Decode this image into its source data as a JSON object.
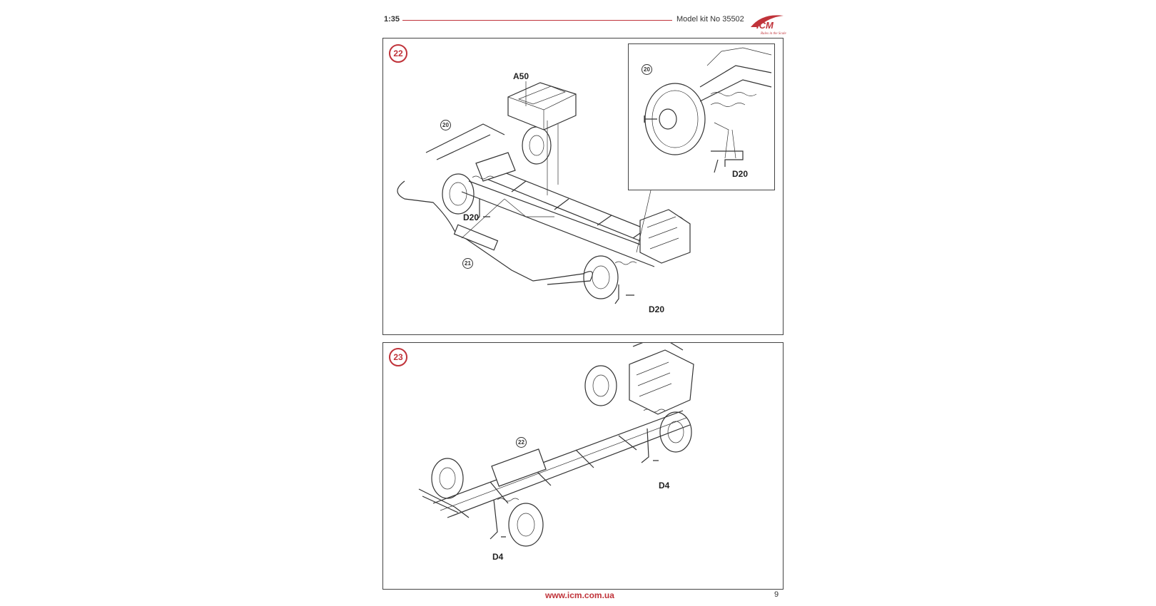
{
  "header": {
    "scale": "1:35",
    "kit_label": "Model kit No",
    "kit_number": "35502",
    "logo_text": "ICM",
    "logo_tagline": "Rules in the Scale"
  },
  "steps": [
    {
      "number": "22",
      "labels": {
        "a50": "A50",
        "d20_left": "D20",
        "d20_bottom": "D20",
        "d20_inset": "D20"
      },
      "subassemblies": {
        "ref_20": "20",
        "ref_21": "21",
        "inset_ref_20": "20"
      }
    },
    {
      "number": "23",
      "labels": {
        "d4_right": "D4",
        "d4_left": "D4"
      },
      "subassemblies": {
        "ref_22": "22"
      }
    }
  ],
  "footer": {
    "url": "www.icm.com.ua",
    "page_number": "9"
  },
  "colors": {
    "accent": "#c0333a",
    "line": "#333333"
  }
}
